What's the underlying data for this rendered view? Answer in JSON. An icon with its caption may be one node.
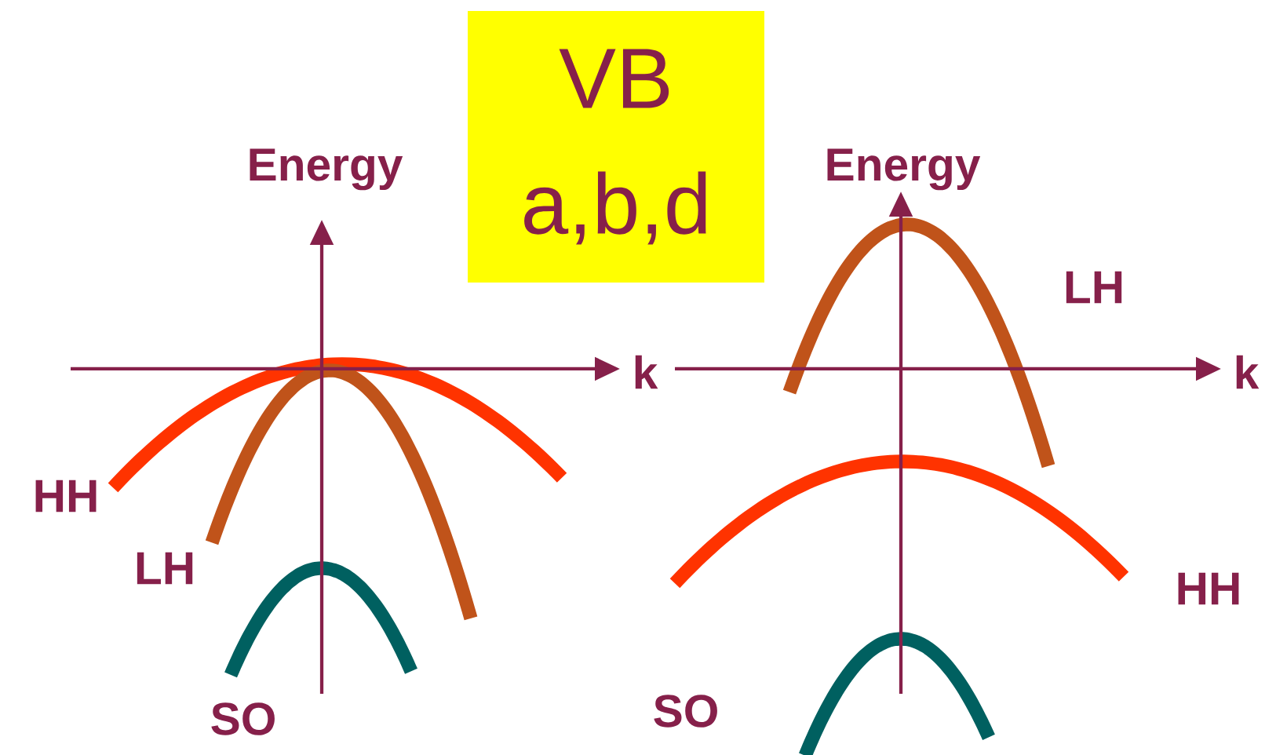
{
  "diagram": {
    "nodes": [
      {
        "text": [
          "VB a,b,d"
        ]
      }
    ],
    "labels": [
      "Energy",
      "Energy",
      "LH",
      "k",
      "k",
      "HH",
      "HH",
      "LH",
      "SO",
      "SO"
    ]
  }
}
